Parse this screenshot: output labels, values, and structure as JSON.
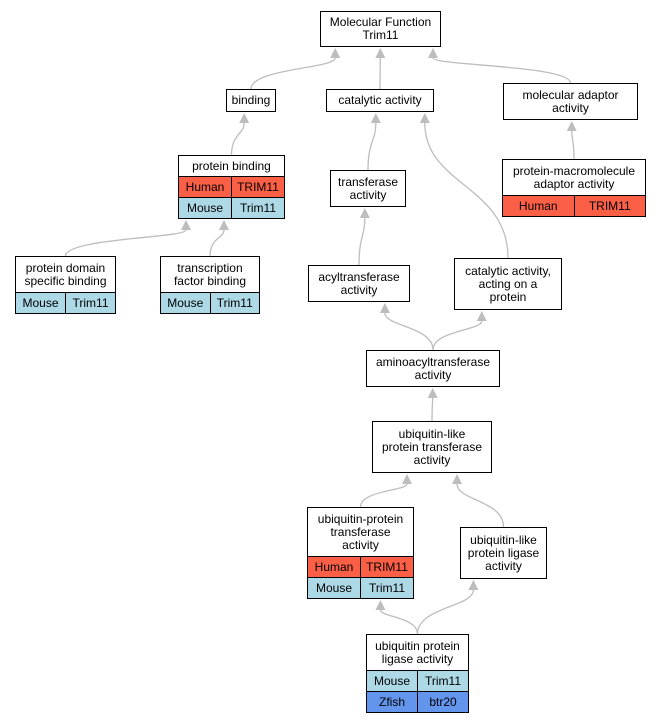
{
  "colors": {
    "human": "#fb6046",
    "mouse": "#add8e6",
    "zfish": "#6495ed",
    "edge": "#bdbdbd"
  },
  "nodes": {
    "root": {
      "label": "Molecular Function\nTrim11"
    },
    "binding": {
      "label": "binding"
    },
    "catalytic": {
      "label": "catalytic activity"
    },
    "adaptor": {
      "label": "molecular adaptor\nactivity"
    },
    "protein_binding": {
      "label": "protein binding",
      "rows": [
        [
          "Human",
          "TRIM11"
        ],
        [
          "Mouse",
          "Trim11"
        ]
      ]
    },
    "transferase": {
      "label": "transferase\nactivity"
    },
    "pm_adaptor": {
      "label": "protein-macromolecule\nadaptor activity",
      "rows": [
        [
          "Human",
          "TRIM11"
        ]
      ]
    },
    "domain_binding": {
      "label": "protein domain\nspecific binding",
      "rows": [
        [
          "Mouse",
          "Trim11"
        ]
      ]
    },
    "tf_binding": {
      "label": "transcription\nfactor binding",
      "rows": [
        [
          "Mouse",
          "Trim11"
        ]
      ]
    },
    "acyltransferase": {
      "label": "acyltransferase\nactivity"
    },
    "catalytic_protein": {
      "label": "catalytic activity,\nacting on a\nprotein"
    },
    "aminoacyl": {
      "label": "aminoacyltransferase\nactivity"
    },
    "ubl_transferase": {
      "label": "ubiquitin-like\nprotein transferase\nactivity"
    },
    "ub_transferase": {
      "label": "ubiquitin-protein\ntransferase\nactivity",
      "rows": [
        [
          "Human",
          "TRIM11"
        ],
        [
          "Mouse",
          "Trim11"
        ]
      ]
    },
    "ubl_ligase": {
      "label": "ubiquitin-like\nprotein ligase\nactivity"
    },
    "ub_ligase": {
      "label": "ubiquitin protein\nligase activity",
      "rows": [
        [
          "Mouse",
          "Trim11"
        ],
        [
          "Zfish",
          "btr20"
        ]
      ]
    }
  },
  "edges": [
    [
      "binding",
      "root"
    ],
    [
      "catalytic",
      "root"
    ],
    [
      "adaptor",
      "root"
    ],
    [
      "protein_binding",
      "binding"
    ],
    [
      "transferase",
      "catalytic"
    ],
    [
      "catalytic_protein",
      "catalytic"
    ],
    [
      "pm_adaptor",
      "adaptor"
    ],
    [
      "domain_binding",
      "protein_binding"
    ],
    [
      "tf_binding",
      "protein_binding"
    ],
    [
      "acyltransferase",
      "transferase"
    ],
    [
      "aminoacyl",
      "acyltransferase"
    ],
    [
      "aminoacyl",
      "catalytic_protein"
    ],
    [
      "ubl_transferase",
      "aminoacyl"
    ],
    [
      "ub_transferase",
      "ubl_transferase"
    ],
    [
      "ubl_ligase",
      "ubl_transferase"
    ],
    [
      "ub_ligase",
      "ub_transferase"
    ],
    [
      "ub_ligase",
      "ubl_ligase"
    ]
  ]
}
